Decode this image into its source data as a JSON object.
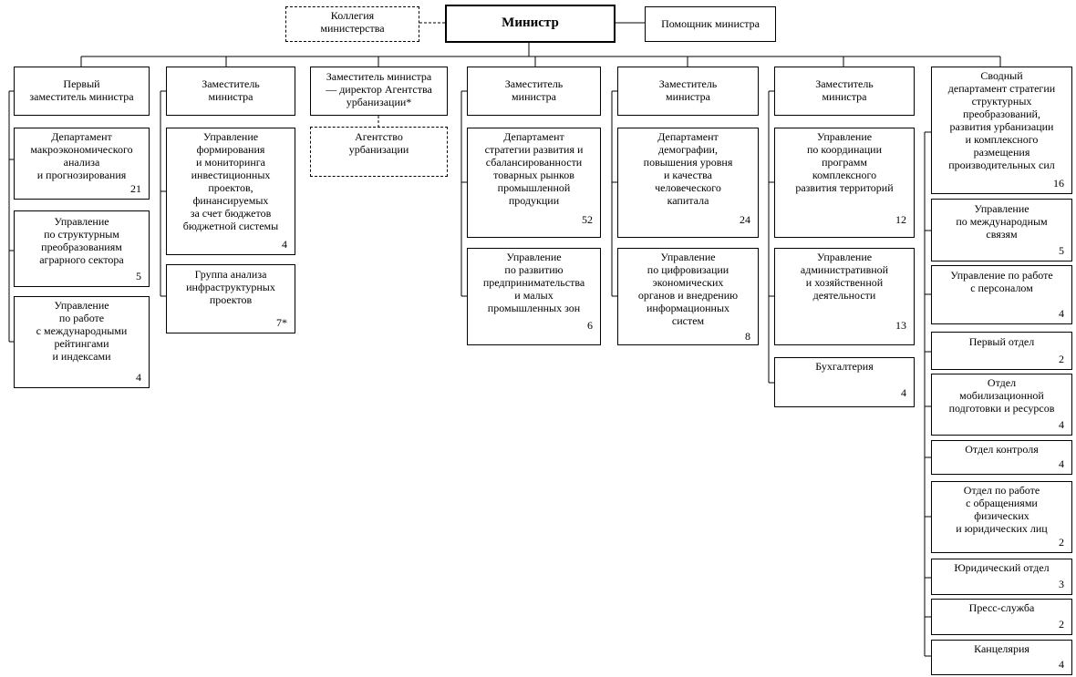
{
  "top": {
    "minister": "Министр",
    "collegium": "Коллегия\nминистерства",
    "assistant": "Помощник министра"
  },
  "columns": [
    {
      "head": "Первый\nзаместитель министра",
      "units": [
        {
          "title": "Департамент\nмакроэкономического\nанализа\nи прогнозирования",
          "count": "21"
        },
        {
          "title": "Управление\nпо структурным\nпреобразованиям\nаграрного сектора",
          "count": "5"
        },
        {
          "title": "Управление\nпо работе\nс международными\nрейтингами\nи индексами",
          "count": "4"
        }
      ]
    },
    {
      "head": "Заместитель\nминистра",
      "units": [
        {
          "title": "Управление\nформирования\nи мониторинга\nинвестиционных\nпроектов,\nфинансируемых\nза счет бюджетов\nбюджетной системы",
          "count": "4"
        },
        {
          "title": "Группа анализа\nинфраструктурных\nпроектов",
          "count": "7*"
        }
      ]
    },
    {
      "head": "Заместитель министра\n— директор Агентства\nурбанизации*",
      "units": [
        {
          "title": "Агентство\nурбанизации",
          "count": ""
        }
      ]
    },
    {
      "head": "Заместитель\nминистра",
      "units": [
        {
          "title": "Департамент\nстратегии развития и\nсбалансированности\nтоварных рынков\nпромышленной\nпродукции",
          "count": "52"
        },
        {
          "title": "Управление\nпо развитию\nпредпринимательства\nи малых\nпромышленных зон",
          "count": "6"
        }
      ]
    },
    {
      "head": "Заместитель\nминистра",
      "units": [
        {
          "title": "Департамент\nдемографии,\nповышения уровня\nи качества\nчеловеческого\nкапитала",
          "count": "24"
        },
        {
          "title": "Управление\nпо цифровизации\nэкономических\nорганов и внедрению\nинформационных\nсистем",
          "count": "8"
        }
      ]
    },
    {
      "head": "Заместитель\nминистра",
      "units": [
        {
          "title": "Управление\nпо координации\nпрограмм\nкомплексного\nразвития территорий",
          "count": "12"
        },
        {
          "title": "Управление\nадминистративной\nи хозяйственной\nдеятельности",
          "count": "13"
        },
        {
          "title": "Бухгалтерия",
          "count": "4"
        }
      ]
    }
  ],
  "right_units": [
    {
      "title": "Сводный\nдепартамент стратегии\nструктурных\nпреобразований,\nразвития урбанизации\nи комплексного\nразмещения\nпроизводительных сил",
      "count": "16"
    },
    {
      "title": "Управление\nпо международным\nсвязям",
      "count": "5"
    },
    {
      "title": "Управление по работе\nс персоналом",
      "count": "4"
    },
    {
      "title": "Первый отдел",
      "count": "2"
    },
    {
      "title": "Отдел\nмобилизационной\nподготовки и ресурсов",
      "count": "4"
    },
    {
      "title": "Отдел контроля",
      "count": "4"
    },
    {
      "title": "Отдел по работе\nс обращениями\nфизических\nи юридических лиц",
      "count": "2"
    },
    {
      "title": "Юридический отдел",
      "count": "3"
    },
    {
      "title": "Пресс-служба",
      "count": "2"
    },
    {
      "title": "Канцелярия",
      "count": "4"
    }
  ]
}
